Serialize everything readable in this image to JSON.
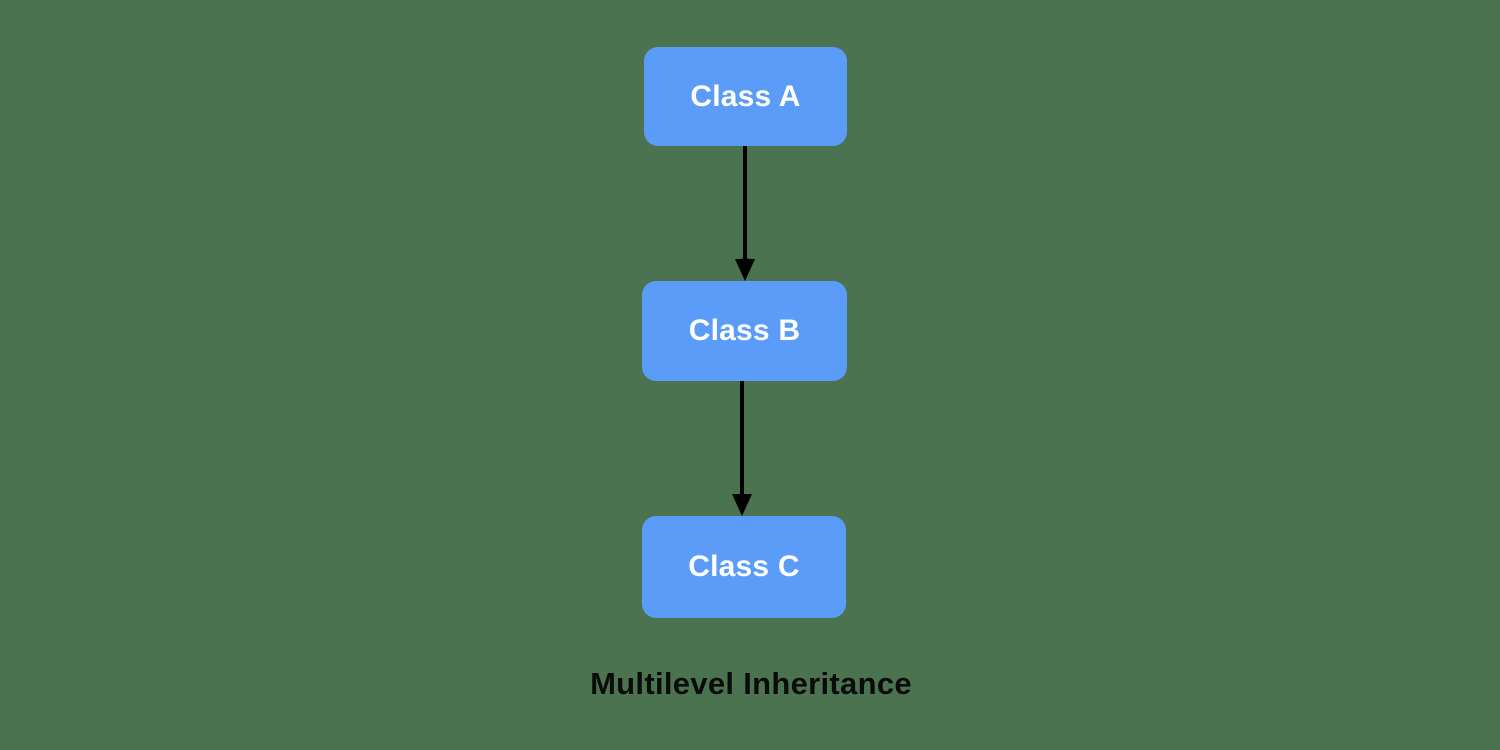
{
  "diagram": {
    "title": "Multilevel Inheritance",
    "type": "class-inheritance-hierarchy",
    "background_color": "#4b7350",
    "node_color": "#5b9cf8",
    "node_text_color": "#ffffff",
    "edge_color": "#000000",
    "caption_color": "#0b0b0b",
    "nodes": [
      {
        "id": "class-a",
        "label": "Class A"
      },
      {
        "id": "class-b",
        "label": "Class B"
      },
      {
        "id": "class-c",
        "label": "Class C"
      }
    ],
    "edges": [
      {
        "from": "class-a",
        "to": "class-b",
        "style": "solid-arrow"
      },
      {
        "from": "class-b",
        "to": "class-c",
        "style": "solid-arrow"
      }
    ]
  }
}
